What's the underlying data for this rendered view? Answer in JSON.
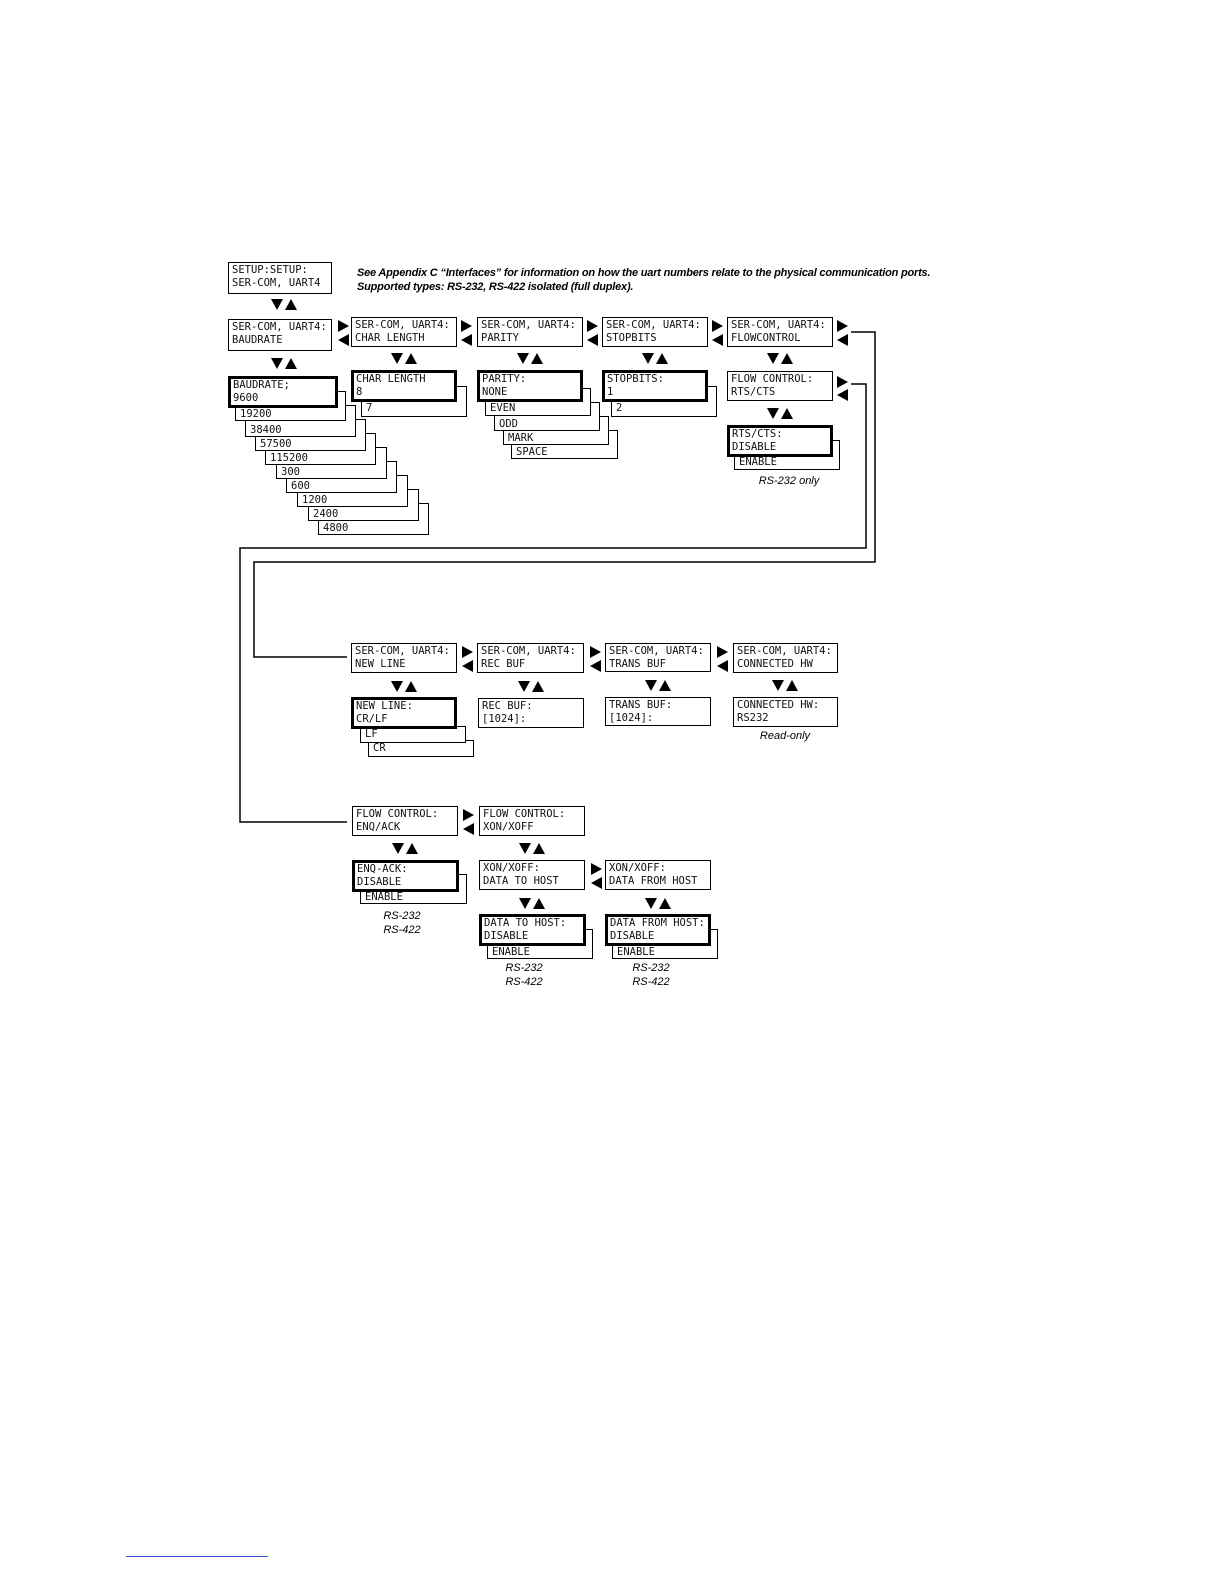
{
  "setup": {
    "line1": "SETUP:SETUP:",
    "line2": "SER-COM, UART4"
  },
  "notes": {
    "line1": "See Appendix C “Interfaces” for information on how the uart numbers relate to the physical communication ports.",
    "line2": "Supported types: RS-232, RS-422 isolated (full duplex)."
  },
  "menus": {
    "baudrate": {
      "line1": "SER-COM, UART4:",
      "line2": "BAUDRATE"
    },
    "char_length": {
      "line1": "SER-COM, UART4:",
      "line2": "CHAR LENGTH"
    },
    "parity": {
      "line1": "SER-COM, UART4:",
      "line2": "PARITY"
    },
    "stopbits": {
      "line1": "SER-COM, UART4:",
      "line2": "STOPBITS"
    },
    "flowcontrol": {
      "line1": "SER-COM, UART4:",
      "line2": "FLOWCONTROL"
    },
    "new_line": {
      "line1": "SER-COM, UART4:",
      "line2": "NEW LINE"
    },
    "rec_buf": {
      "line1": "SER-COM, UART4:",
      "line2": "REC BUF"
    },
    "trans_buf": {
      "line1": "SER-COM, UART4:",
      "line2": "TRANS BUF"
    },
    "connected_hw": {
      "line1": "SER-COM, UART4:",
      "line2": "CONNECTED HW"
    }
  },
  "values": {
    "baudrate": {
      "line1": "BAUDRATE;",
      "line2": "9600",
      "options": [
        "19200",
        "38400",
        "57500",
        "115200",
        "300",
        "600",
        "1200",
        "2400",
        "4800"
      ]
    },
    "char_length": {
      "line1": "CHAR LENGTH",
      "line2": "8",
      "options": [
        "7"
      ]
    },
    "parity": {
      "line1": "PARITY:",
      "line2": "NONE",
      "options": [
        "EVEN",
        "ODD",
        "MARK",
        "SPACE"
      ]
    },
    "stopbits": {
      "line1": "STOPBITS:",
      "line2": "1",
      "options": [
        "2"
      ]
    },
    "flow_control": {
      "line1": "FLOW CONTROL:",
      "line2": "RTS/CTS"
    },
    "rts_cts": {
      "line1": "RTS/CTS:",
      "line2": "DISABLE",
      "options": [
        "ENABLE"
      ],
      "caption": "RS-232 only"
    },
    "new_line": {
      "line1": "NEW LINE:",
      "line2": "CR/LF",
      "options": [
        "LF",
        "CR"
      ]
    },
    "rec_buf": {
      "line1": "REC BUF:",
      "line2": "[1024]:"
    },
    "trans_buf": {
      "line1": "TRANS BUF:",
      "line2": "[1024]:"
    },
    "connected_hw": {
      "line1": "CONNECTED HW:",
      "line2": "RS232",
      "caption": "Read-only"
    }
  },
  "flow": {
    "enq_ack_menu": {
      "line1": "FLOW CONTROL:",
      "line2": "ENQ/ACK"
    },
    "xon_xoff_menu": {
      "line1": "FLOW CONTROL:",
      "line2": "XON/XOFF"
    },
    "enq_ack": {
      "line1": "ENQ-ACK:",
      "line2": "DISABLE",
      "options": [
        "ENABLE"
      ],
      "caption1": "RS-232",
      "caption2": "RS-422"
    },
    "data_to_host_menu": {
      "line1": "XON/XOFF:",
      "line2": "DATA TO HOST"
    },
    "data_from_host_menu": {
      "line1": "XON/XOFF:",
      "line2": "DATA FROM HOST"
    },
    "data_to_host": {
      "line1": "DATA TO HOST:",
      "line2": "DISABLE",
      "options": [
        "ENABLE"
      ],
      "caption1": "RS-232",
      "caption2": "RS-422"
    },
    "data_from_host": {
      "line1": "DATA FROM HOST:",
      "line2": "DISABLE",
      "options": [
        "ENABLE"
      ],
      "caption1": "RS-232",
      "caption2": "RS-422"
    }
  },
  "colors": {
    "ink": "#000000",
    "paper": "#ffffff",
    "footer_rule": "#3355cc"
  }
}
